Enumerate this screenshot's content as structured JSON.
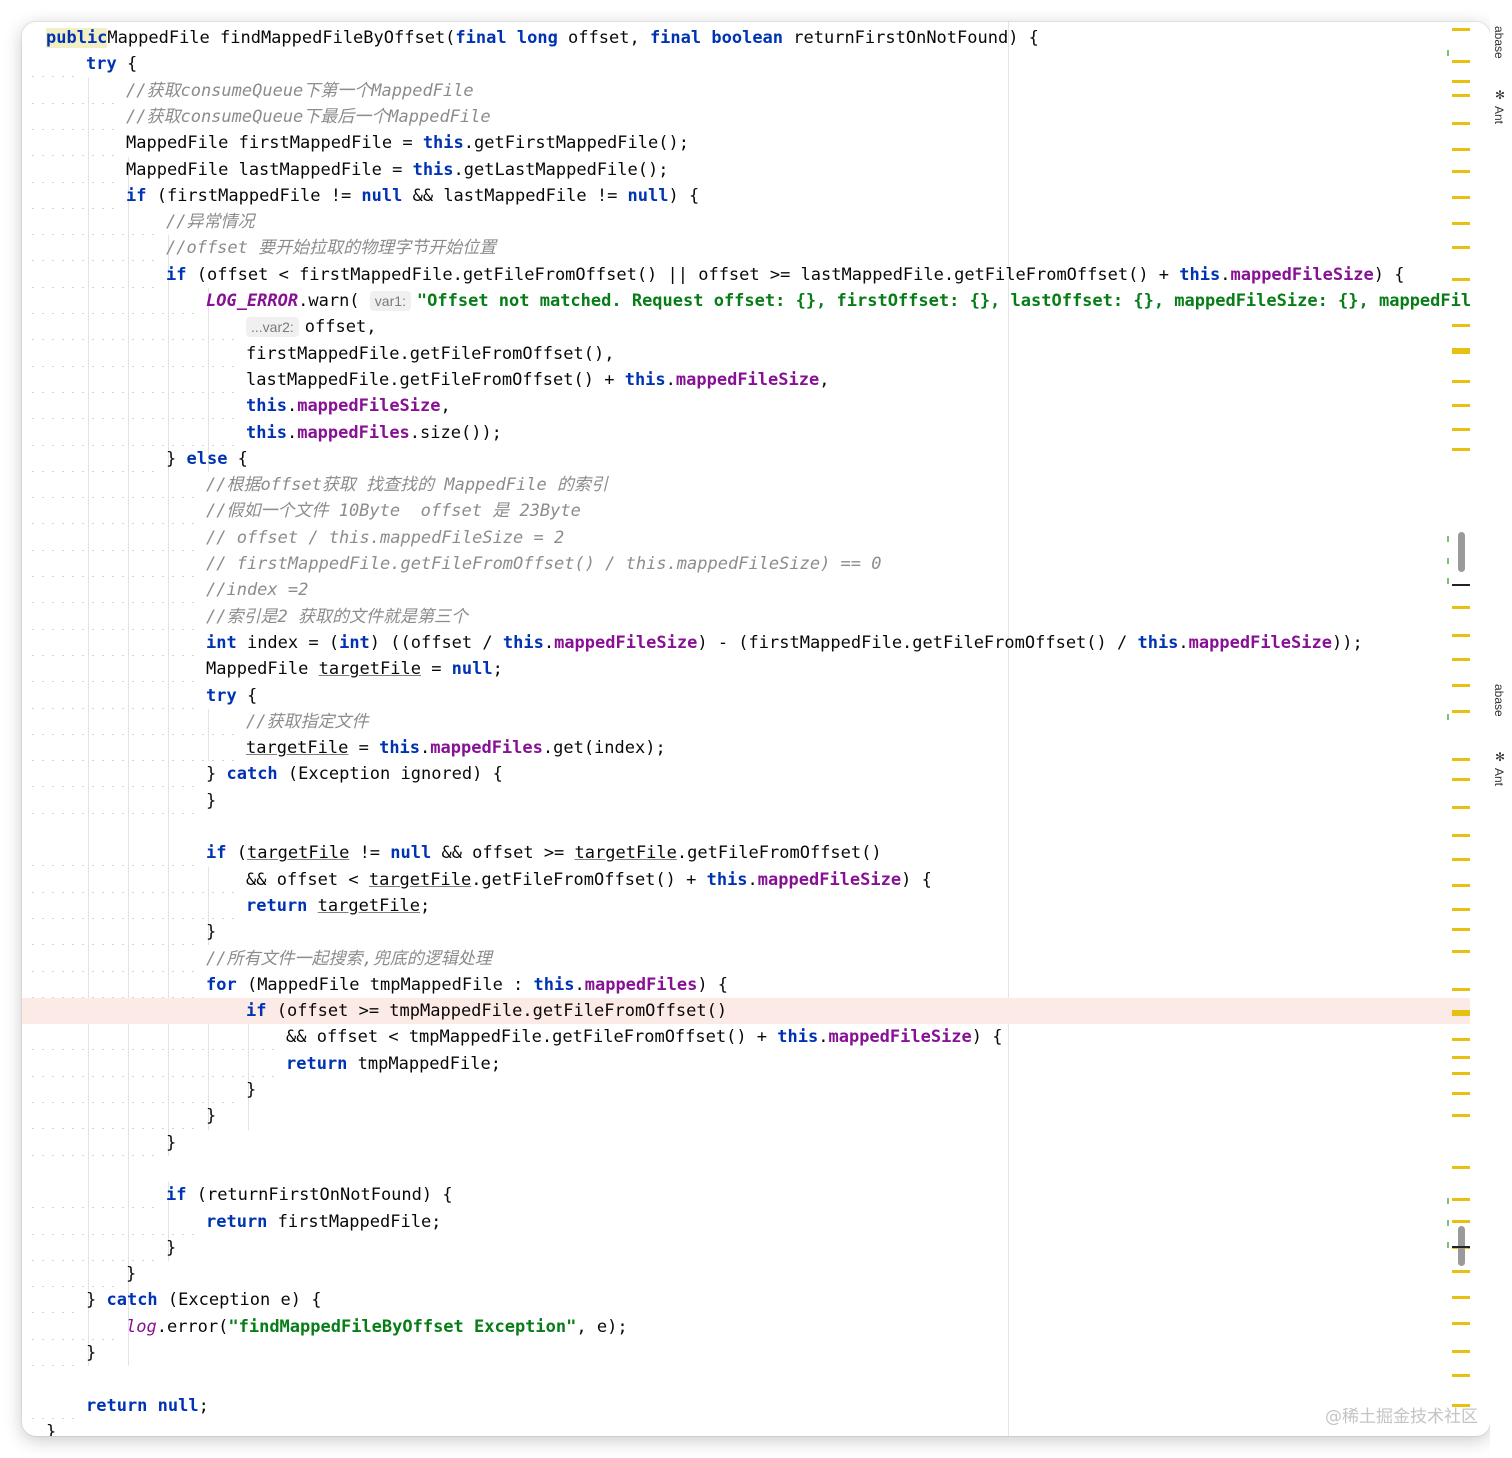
{
  "editor": {
    "current_line_index": 37,
    "tokens": [
      [
        [
          "kw-hl",
          "public"
        ],
        [
          "",
          "MappedFile findMappedFileByOffset("
        ],
        [
          "kw",
          "final"
        ],
        [
          "",
          ""
        ],
        [
          "kw",
          "long"
        ],
        [
          "",
          " offset, "
        ],
        [
          "kw",
          "final"
        ],
        [
          "",
          ""
        ],
        [
          "kw",
          "boolean"
        ],
        [
          "",
          " returnFirstOnNotFound) {"
        ]
      ],
      [
        [
          "kw",
          "try"
        ],
        [
          "",
          " {"
        ]
      ],
      [
        [
          "cmt",
          "//获取consumeQueue下第一个MappedFile"
        ]
      ],
      [
        [
          "cmt",
          "//获取consumeQueue下最后一个MappedFile"
        ]
      ],
      [
        [
          "",
          "MappedFile firstMappedFile = "
        ],
        [
          "kw",
          "this"
        ],
        [
          "",
          ".getFirstMappedFile();"
        ]
      ],
      [
        [
          "",
          "MappedFile lastMappedFile = "
        ],
        [
          "kw",
          "this"
        ],
        [
          "",
          ".getLastMappedFile();"
        ]
      ],
      [
        [
          "kw",
          "if"
        ],
        [
          "",
          " (firstMappedFile != "
        ],
        [
          "kw",
          "null"
        ],
        [
          "",
          " && lastMappedFile != "
        ],
        [
          "kw",
          "null"
        ],
        [
          "",
          ") {"
        ]
      ],
      [
        [
          "cmt",
          "//异常情况"
        ]
      ],
      [
        [
          "cmt",
          "//offset 要开始拉取的物理字节开始位置"
        ]
      ],
      [
        [
          "kw",
          "if"
        ],
        [
          "",
          " (offset < firstMappedFile.getFileFromOffset() || offset >= lastMappedFile.getFileFromOffset() + "
        ],
        [
          "kw",
          "this"
        ],
        [
          "",
          "."
        ],
        [
          "field",
          "mappedFileSize"
        ],
        [
          "",
          ") {"
        ]
      ],
      [
        [
          "stat",
          "LOG_ERROR"
        ],
        [
          "",
          ".warn( "
        ],
        [
          "hint",
          "var1:"
        ],
        [
          "str",
          "\"Offset not matched. Request offset: {}, firstOffset: {}, lastOffset: {}, mappedFileSize: {}, mappedFiles"
        ]
      ],
      [
        [
          "hint",
          "...var2:"
        ],
        [
          "",
          "offset,"
        ]
      ],
      [
        [
          "",
          "firstMappedFile.getFileFromOffset(),"
        ]
      ],
      [
        [
          "",
          "lastMappedFile.getFileFromOffset() + "
        ],
        [
          "kw",
          "this"
        ],
        [
          "",
          "."
        ],
        [
          "field",
          "mappedFileSize"
        ],
        [
          "",
          ","
        ]
      ],
      [
        [
          "kw",
          "this"
        ],
        [
          "",
          "."
        ],
        [
          "field",
          "mappedFileSize"
        ],
        [
          "",
          ","
        ]
      ],
      [
        [
          "kw",
          "this"
        ],
        [
          "",
          "."
        ],
        [
          "field",
          "mappedFiles"
        ],
        [
          "",
          ".size());"
        ]
      ],
      [
        [
          "",
          "} "
        ],
        [
          "kw",
          "else"
        ],
        [
          "",
          " {"
        ]
      ],
      [
        [
          "cmt",
          "//根据offset获取 找查找的 MappedFile 的索引"
        ]
      ],
      [
        [
          "cmt",
          "//假如一个文件 10Byte  offset 是 23Byte"
        ]
      ],
      [
        [
          "cmt",
          "// offset / this.mappedFileSize = 2"
        ]
      ],
      [
        [
          "cmt",
          "// firstMappedFile.getFileFromOffset() / this.mappedFileSize) == 0"
        ]
      ],
      [
        [
          "cmt",
          "//index =2"
        ]
      ],
      [
        [
          "cmt",
          "//索引是2 获取的文件就是第三个"
        ]
      ],
      [
        [
          "kw",
          "int"
        ],
        [
          "",
          " index = ("
        ],
        [
          "kw",
          "int"
        ],
        [
          "",
          ") ((offset / "
        ],
        [
          "kw",
          "this"
        ],
        [
          "",
          "."
        ],
        [
          "field",
          "mappedFileSize"
        ],
        [
          "",
          ") - (firstMappedFile.getFileFromOffset() / "
        ],
        [
          "kw",
          "this"
        ],
        [
          "",
          "."
        ],
        [
          "field",
          "mappedFileSize"
        ],
        [
          "",
          "));"
        ]
      ],
      [
        [
          "",
          "MappedFile "
        ],
        [
          "ul",
          "targetFile"
        ],
        [
          "",
          " = "
        ],
        [
          "kw",
          "null"
        ],
        [
          "",
          ";"
        ]
      ],
      [
        [
          "kw",
          "try"
        ],
        [
          "",
          " {"
        ]
      ],
      [
        [
          "cmt",
          "//获取指定文件"
        ]
      ],
      [
        [
          "ul",
          "targetFile"
        ],
        [
          "",
          " = "
        ],
        [
          "kw",
          "this"
        ],
        [
          "",
          "."
        ],
        [
          "field",
          "mappedFiles"
        ],
        [
          "",
          ".get(index);"
        ]
      ],
      [
        [
          "",
          "} "
        ],
        [
          "kw",
          "catch"
        ],
        [
          "",
          " (Exception ignored) {"
        ]
      ],
      [
        [
          "",
          "}"
        ]
      ],
      [],
      [
        [
          "kw",
          "if"
        ],
        [
          "",
          " ("
        ],
        [
          "ul",
          "targetFile"
        ],
        [
          "",
          " != "
        ],
        [
          "kw",
          "null"
        ],
        [
          "",
          " && offset >= "
        ],
        [
          "ul",
          "targetFile"
        ],
        [
          "",
          ".getFileFromOffset()"
        ]
      ],
      [
        [
          "",
          "&& offset < "
        ],
        [
          "ul",
          "targetFile"
        ],
        [
          "",
          ".getFileFromOffset() + "
        ],
        [
          "kw",
          "this"
        ],
        [
          "",
          "."
        ],
        [
          "field",
          "mappedFileSize"
        ],
        [
          "",
          ") {"
        ]
      ],
      [
        [
          "kw",
          "return"
        ],
        [
          "",
          ""
        ],
        [
          "ul",
          "targetFile"
        ],
        [
          "",
          ";"
        ]
      ],
      [
        [
          "",
          "}"
        ]
      ],
      [
        [
          "cmt",
          "//所有文件一起搜索,兜底的逻辑处理"
        ]
      ],
      [
        [
          "kw",
          "for"
        ],
        [
          "",
          " (MappedFile tmpMappedFile : "
        ],
        [
          "kw",
          "this"
        ],
        [
          "",
          "."
        ],
        [
          "field",
          "mappedFiles"
        ],
        [
          "",
          ") {"
        ]
      ],
      [
        [
          "kw",
          "if"
        ],
        [
          "",
          " (offset >= tmpMappedFile.getFileFromOffset()"
        ]
      ],
      [
        [
          "",
          "&& offset < tmpMappedFile.getFileFromOffset() + "
        ],
        [
          "kw",
          "this"
        ],
        [
          "",
          "."
        ],
        [
          "field",
          "mappedFileSize"
        ],
        [
          "",
          ") {"
        ]
      ],
      [
        [
          "kw",
          "return"
        ],
        [
          "",
          " tmpMappedFile;"
        ]
      ],
      [
        [
          "",
          "}"
        ]
      ],
      [
        [
          "",
          "}"
        ]
      ],
      [
        [
          "",
          "}"
        ]
      ],
      [],
      [
        [
          "kw",
          "if"
        ],
        [
          "",
          " (returnFirstOnNotFound) {"
        ]
      ],
      [
        [
          "kw",
          "return"
        ],
        [
          "",
          " firstMappedFile;"
        ]
      ],
      [
        [
          "",
          "}"
        ]
      ],
      [
        [
          "",
          "}"
        ]
      ],
      [
        [
          "",
          "} "
        ],
        [
          "kw",
          "catch"
        ],
        [
          "",
          " (Exception e) {"
        ]
      ],
      [
        [
          "logv",
          "log"
        ],
        [
          "",
          ".error("
        ],
        [
          "str",
          "\"findMappedFileByOffset Exception\""
        ],
        [
          "",
          ", e);"
        ]
      ],
      [
        [
          "",
          "}"
        ]
      ],
      [],
      [
        [
          "kw",
          "return"
        ],
        [
          "",
          ""
        ],
        [
          "kw",
          "null"
        ],
        [
          "",
          ";"
        ]
      ],
      [
        [
          "",
          "}"
        ]
      ]
    ]
  },
  "side_panel": {
    "tabs": [
      "abase",
      "Ant",
      "abase",
      "Ant"
    ]
  },
  "watermark": "@稀土掘金技术社区",
  "colors": {
    "keyword": "#0033b3",
    "field": "#871094",
    "string": "#067d17",
    "comment": "#8c8c8c",
    "current_line": "#fbeae5",
    "marker": "#e8c012"
  }
}
